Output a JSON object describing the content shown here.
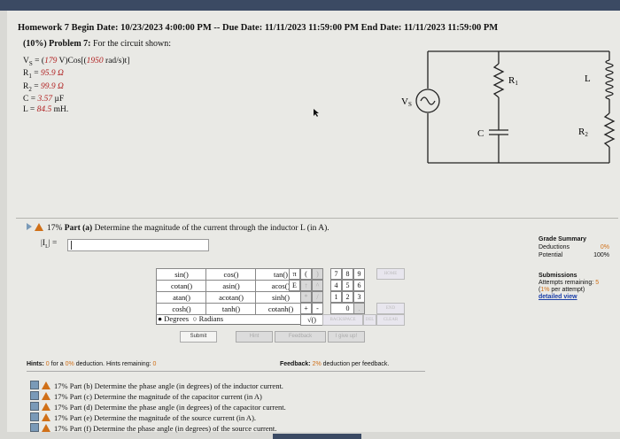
{
  "header": {
    "assignment": "Homework 7",
    "begin_label": "Begin Date:",
    "begin_date": "10/23/2023 4:00:00 PM",
    "sep": "--",
    "due_label": "Due Date:",
    "due_date": "11/11/2023 11:59:00 PM",
    "end_label": "End Date:",
    "end_date": "11/11/2023 11:59:00 PM"
  },
  "problem": {
    "weight": "(10%)",
    "title": "Problem 7:",
    "text": "For the circuit shown:"
  },
  "given": [
    {
      "lhs": "V",
      "sub": "S",
      "eq": " = (",
      "val": "179",
      "rest": " V)Cos[(",
      "val2": "1950",
      "rest2": " rad/s)t]"
    },
    {
      "lhs": "R",
      "sub": "1",
      "eq": " = ",
      "val": "95.9",
      "unit": " Ω"
    },
    {
      "lhs": "R",
      "sub": "2",
      "eq": " = ",
      "val": "99.9",
      "unit": " Ω"
    },
    {
      "lhs": "C",
      "sub": "",
      "eq": " = ",
      "val": "3.57",
      "unit": " µF"
    },
    {
      "lhs": "L",
      "sub": "",
      "eq": " = ",
      "val": "84.5",
      "unit": " mH."
    }
  ],
  "circuit_labels": {
    "vs": "V",
    "vs_sub": "S",
    "r1": "R",
    "r1_sub": "1",
    "r2": "R",
    "r2_sub": "2",
    "c": "C",
    "l": "L"
  },
  "part_a": {
    "pct": "17%",
    "label": "Part (a)",
    "text": "Determine the magnitude of the current through the inductor L (in A).",
    "answer_label": "|I",
    "answer_sub": "L",
    "answer_end": "| =",
    "value": ""
  },
  "grade_summary": {
    "title": "Grade Summary",
    "deductions_label": "Deductions",
    "deductions": "0%",
    "potential_label": "Potential",
    "potential": "100%"
  },
  "submissions": {
    "title": "Submissions",
    "attempts_label": "Attempts remaining:",
    "attempts": "5",
    "per_attempt_open": "(",
    "per_attempt_pct": "1%",
    "per_attempt_close": " per attempt)",
    "detailed": "detailed view"
  },
  "functions": [
    [
      "sin()",
      "cos()",
      "tan()"
    ],
    [
      "cotan()",
      "asin()",
      "acos()"
    ],
    [
      "atan()",
      "acotan()",
      "sinh()"
    ],
    [
      "cosh()",
      "tanh()",
      "cotanh()"
    ]
  ],
  "angle_mode": {
    "degrees": "Degrees",
    "radians": "Radians",
    "selected": "Degrees"
  },
  "keys": {
    "pi": "π",
    "lp": "(",
    "rp": ")",
    "e": "E",
    "up": "↑",
    "caret": "^",
    "plus": "+",
    "minus": "-",
    "sqrt": "√()",
    "dot": ".",
    "d7": "7",
    "d8": "8",
    "d9": "9",
    "d4": "4",
    "d5": "5",
    "d6": "6",
    "d1": "1",
    "d2": "2",
    "d3": "3",
    "d0": "0",
    "home": "HOME",
    "end": "END",
    "backspace": "BACKSPACE",
    "del": "DEL",
    "clear": "CLEAR",
    "slash": "/",
    "star": "*"
  },
  "buttons": {
    "submit": "Submit",
    "hint": "Hint",
    "feedback": "Feedback",
    "give_up": "I give up!"
  },
  "hints": {
    "label": "Hints:",
    "n": "0",
    "for_a": "for a",
    "pct": "0%",
    "text": "deduction. Hints remaining:",
    "remaining": "0"
  },
  "feedback": {
    "label": "Feedback:",
    "pct": "2%",
    "text": "deduction per feedback."
  },
  "other_parts": [
    {
      "pct": "17%",
      "label": "Part (b)",
      "text": "Determine the phase angle (in degrees) of the inductor current."
    },
    {
      "pct": "17%",
      "label": "Part (c)",
      "text": "Determine the magnitude of the capacitor current (in A)"
    },
    {
      "pct": "17%",
      "label": "Part (d)",
      "text": "Determine the phase angle (in degrees) of the capacitor current."
    },
    {
      "pct": "17%",
      "label": "Part (e)",
      "text": "Determine the magnitude of the source current (in A)."
    },
    {
      "pct": "17%",
      "label": "Part (f)",
      "text": "Determine the phase angle (in degrees) of the source current."
    }
  ],
  "colors": {
    "accent": "#d07018",
    "red_values": "#b02020",
    "link": "#1a3ea8"
  }
}
